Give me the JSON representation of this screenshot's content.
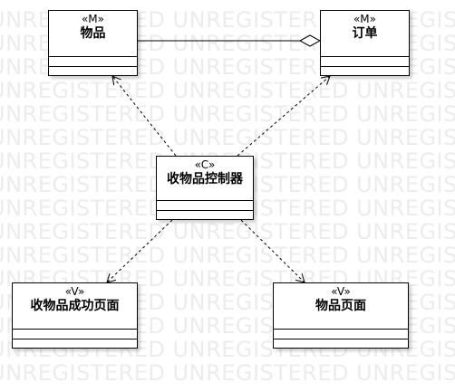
{
  "watermark": {
    "text": "UNREGISTERED UNREGISTERED UNREGISTERED UNREGISTERED"
  },
  "classes": {
    "item": {
      "stereotype": "«M»",
      "name": "物品"
    },
    "order": {
      "stereotype": "«M»",
      "name": "订单"
    },
    "controller": {
      "stereotype": "«C»",
      "name": "收物品控制器"
    },
    "success": {
      "stereotype": "«V»",
      "name": "收物品成功页面"
    },
    "itempage": {
      "stereotype": "«V»",
      "name": "物品页面"
    }
  },
  "relations": [
    {
      "from": "order",
      "to": "item",
      "kind": "aggregation"
    },
    {
      "from": "controller",
      "to": "item",
      "kind": "dependency"
    },
    {
      "from": "controller",
      "to": "order",
      "kind": "dependency"
    },
    {
      "from": "controller",
      "to": "success",
      "kind": "dependency"
    },
    {
      "from": "controller",
      "to": "itempage",
      "kind": "dependency"
    }
  ]
}
